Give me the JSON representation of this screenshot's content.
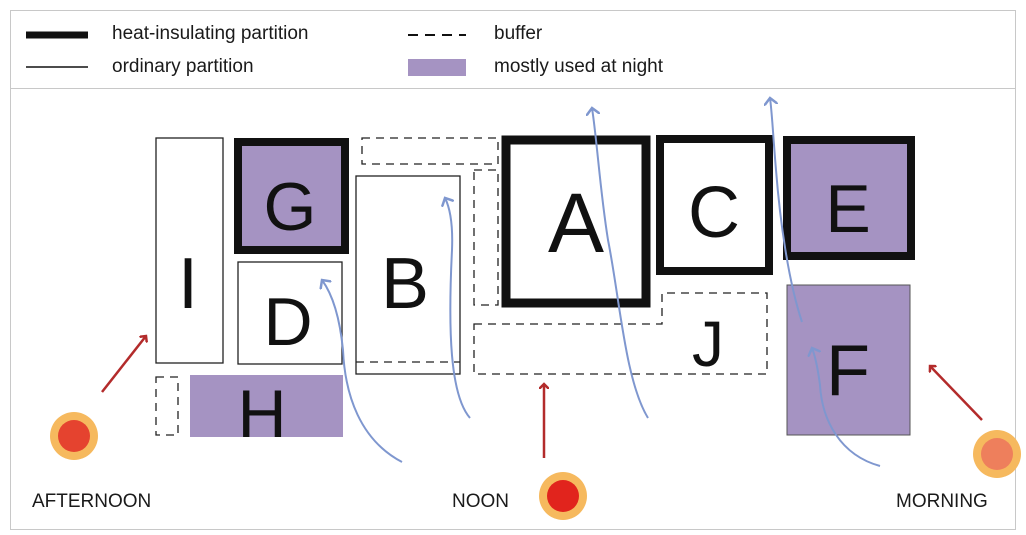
{
  "legend": {
    "heat_insulating": "heat-insulating partition",
    "ordinary": "ordinary partition",
    "buffer": "buffer",
    "night": "mostly used at night"
  },
  "colors": {
    "night_fill": "#a593c2",
    "partition": "#111111",
    "sun_arrow": "#b32b2b",
    "airflow": "#7f97cf",
    "sun_outer": "#f6b95e",
    "sun_core_afternoon": "#e5432f",
    "sun_core_noon": "#e1241d",
    "sun_core_morning": "#ee7f5c"
  },
  "rooms": {
    "A": "A",
    "B": "B",
    "C": "C",
    "D": "D",
    "E": "E",
    "F": "F",
    "G": "G",
    "H": "H",
    "I": "I",
    "J": "J"
  },
  "sun_labels": {
    "afternoon": "AFTERNOON",
    "noon": "NOON",
    "morning": "MORNING"
  }
}
